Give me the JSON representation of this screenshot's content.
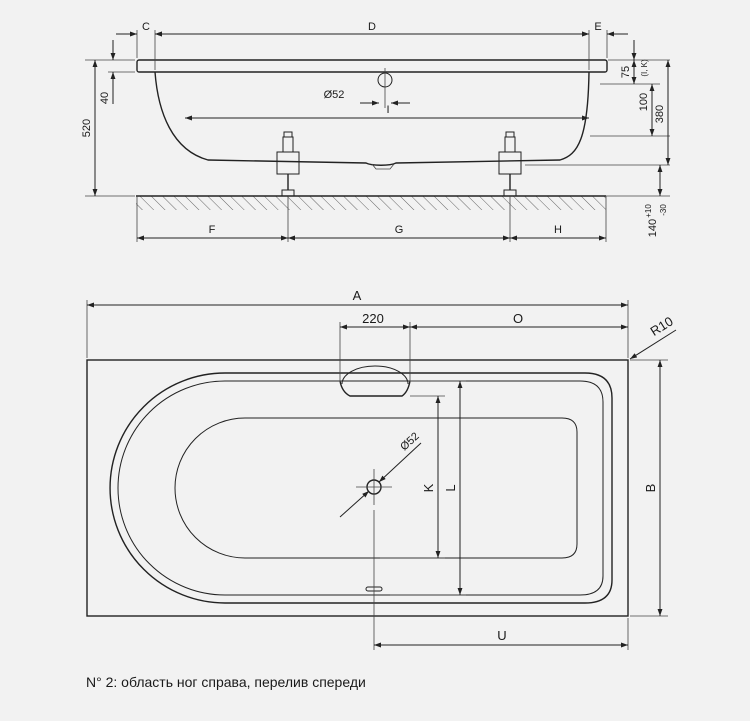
{
  "caption": "N° 2: область ног справа, перелив спереди",
  "side_view": {
    "labels": {
      "c": "C",
      "d": "D",
      "e": "E",
      "drain_dia": "Ø52",
      "i": "I",
      "h520": "520",
      "h40": "40",
      "h75": "75",
      "h100": "100",
      "h100_note": "(I, K)",
      "h380": "380",
      "tol_plus": "+10",
      "h140": "140",
      "tol_minus": "-30",
      "f": "F",
      "g": "G",
      "h": "H"
    }
  },
  "top_view": {
    "labels": {
      "a": "A",
      "w220": "220",
      "o": "O",
      "r10": "R10",
      "drain_dia": "Ø52",
      "k": "K",
      "l": "L",
      "b": "B",
      "u": "U"
    }
  }
}
